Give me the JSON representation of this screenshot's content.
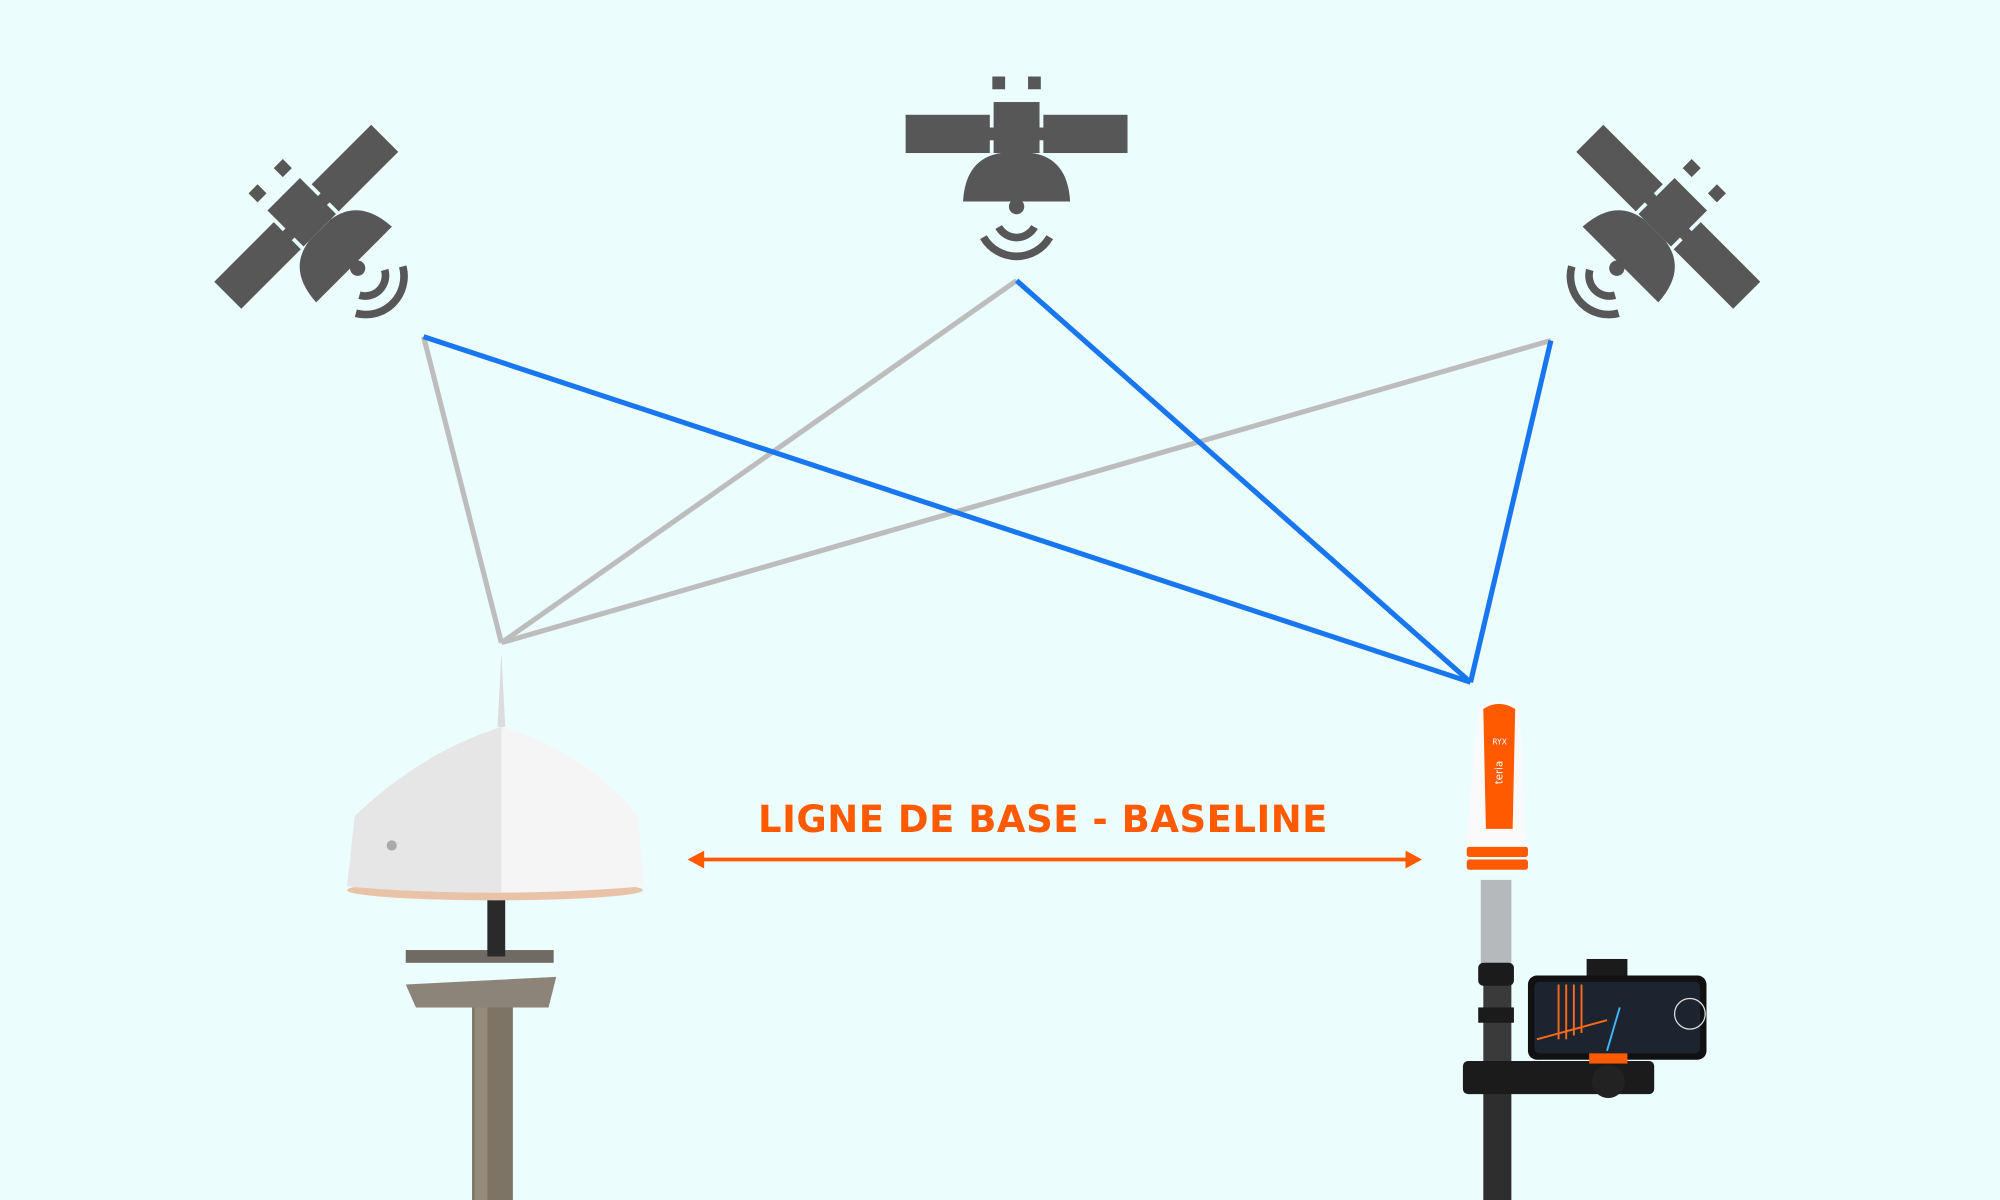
{
  "diagram": {
    "title": "GNSS RTK baseline diagram",
    "baseline_label": "LIGNE DE BASE - BASELINE",
    "rover_brand": "teria",
    "rover_model": "RYX",
    "colors": {
      "background": "#ebfdfd",
      "satellite": "#575757",
      "base_signal": "#bdbdbd",
      "rover_signal": "#1877ee",
      "baseline": "#ff5a00"
    },
    "nodes": [
      {
        "id": "satellite-left",
        "icon": "satellite-icon"
      },
      {
        "id": "satellite-center",
        "icon": "satellite-icon"
      },
      {
        "id": "satellite-right",
        "icon": "satellite-icon"
      },
      {
        "id": "base-station",
        "icon": "gnss-base-antenna"
      },
      {
        "id": "rover",
        "icon": "gnss-rover-receiver"
      }
    ]
  }
}
